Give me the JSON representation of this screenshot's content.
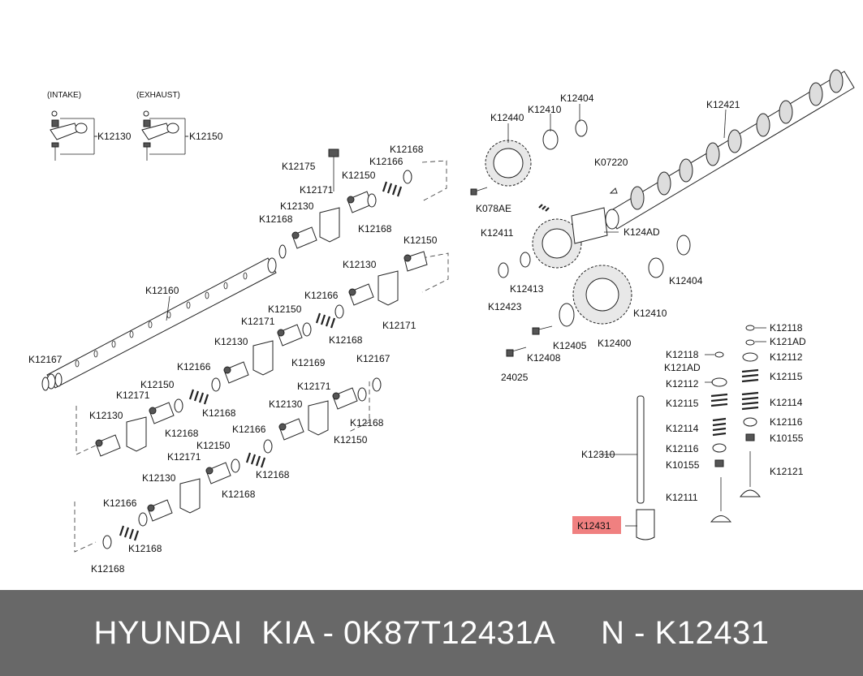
{
  "headers": {
    "intake": "(INTAKE)",
    "exhaust": "(EXHAUST)"
  },
  "highlight_color": "#f08080",
  "footer": {
    "text": "HYUNDAI  KIA - 0K87T12431A     N - K12431"
  },
  "labels": [
    {
      "id": "l01",
      "text": "K12130"
    },
    {
      "id": "l02",
      "text": "K12150"
    },
    {
      "id": "l03",
      "text": "K12175"
    },
    {
      "id": "l04",
      "text": "K12166"
    },
    {
      "id": "l05",
      "text": "K12168"
    },
    {
      "id": "l06",
      "text": "K12150"
    },
    {
      "id": "l07",
      "text": "K12171"
    },
    {
      "id": "l08",
      "text": "K12130"
    },
    {
      "id": "l09",
      "text": "K12168"
    },
    {
      "id": "l10",
      "text": "K12168"
    },
    {
      "id": "l11",
      "text": "K12150"
    },
    {
      "id": "l12",
      "text": "K12160"
    },
    {
      "id": "l13",
      "text": "K12130"
    },
    {
      "id": "l14",
      "text": "K12166"
    },
    {
      "id": "l15",
      "text": "K12171"
    },
    {
      "id": "l16",
      "text": "K12150"
    },
    {
      "id": "l17",
      "text": "K12168"
    },
    {
      "id": "l18",
      "text": "K12171"
    },
    {
      "id": "l19",
      "text": "K12130"
    },
    {
      "id": "l20",
      "text": "K12169"
    },
    {
      "id": "l21",
      "text": "K12167"
    },
    {
      "id": "l22",
      "text": "K12167"
    },
    {
      "id": "l23",
      "text": "K12166"
    },
    {
      "id": "l24",
      "text": "K12150"
    },
    {
      "id": "l25",
      "text": "K12171"
    },
    {
      "id": "l26",
      "text": "K12168"
    },
    {
      "id": "l27",
      "text": "K12168"
    },
    {
      "id": "l28",
      "text": "K12130"
    },
    {
      "id": "l29",
      "text": "K12171"
    },
    {
      "id": "l30",
      "text": "K12130"
    },
    {
      "id": "l31",
      "text": "K12168"
    },
    {
      "id": "l32",
      "text": "K12166"
    },
    {
      "id": "l33",
      "text": "K12150"
    },
    {
      "id": "l34",
      "text": "K12150"
    },
    {
      "id": "l35",
      "text": "K12171"
    },
    {
      "id": "l36",
      "text": "K12168"
    },
    {
      "id": "l37",
      "text": "K12130"
    },
    {
      "id": "l38",
      "text": "K12168"
    },
    {
      "id": "l39",
      "text": "K12166"
    },
    {
      "id": "l40",
      "text": "K12168"
    },
    {
      "id": "l41",
      "text": "K12168"
    },
    {
      "id": "l42",
      "text": "K12404"
    },
    {
      "id": "l43",
      "text": "K12410"
    },
    {
      "id": "l44",
      "text": "K12440"
    },
    {
      "id": "l45",
      "text": "K12421"
    },
    {
      "id": "l46",
      "text": "K07220"
    },
    {
      "id": "l47",
      "text": "K078AE"
    },
    {
      "id": "l48",
      "text": "K12411"
    },
    {
      "id": "l49",
      "text": "K124AD"
    },
    {
      "id": "l50",
      "text": "K12404"
    },
    {
      "id": "l51",
      "text": "K12413"
    },
    {
      "id": "l52",
      "text": "K12423"
    },
    {
      "id": "l53",
      "text": "K12410"
    },
    {
      "id": "l54",
      "text": "K12405"
    },
    {
      "id": "l55",
      "text": "K12408"
    },
    {
      "id": "l56",
      "text": "K12400"
    },
    {
      "id": "l57",
      "text": "24025"
    },
    {
      "id": "l58",
      "text": "K12118"
    },
    {
      "id": "l59",
      "text": "K121AD"
    },
    {
      "id": "l60",
      "text": "K12118"
    },
    {
      "id": "l61",
      "text": "K12112"
    },
    {
      "id": "l62",
      "text": "K121AD"
    },
    {
      "id": "l63",
      "text": "K12115"
    },
    {
      "id": "l64",
      "text": "K12112"
    },
    {
      "id": "l65",
      "text": "K12115"
    },
    {
      "id": "l66",
      "text": "K12114"
    },
    {
      "id": "l67",
      "text": "K12114"
    },
    {
      "id": "l68",
      "text": "K12116"
    },
    {
      "id": "l69",
      "text": "K12116"
    },
    {
      "id": "l70",
      "text": "K10155"
    },
    {
      "id": "l71",
      "text": "K12310"
    },
    {
      "id": "l72",
      "text": "K10155"
    },
    {
      "id": "l73",
      "text": "K12121"
    },
    {
      "id": "l74",
      "text": "K12111"
    },
    {
      "id": "l75",
      "text": "K12431"
    }
  ]
}
